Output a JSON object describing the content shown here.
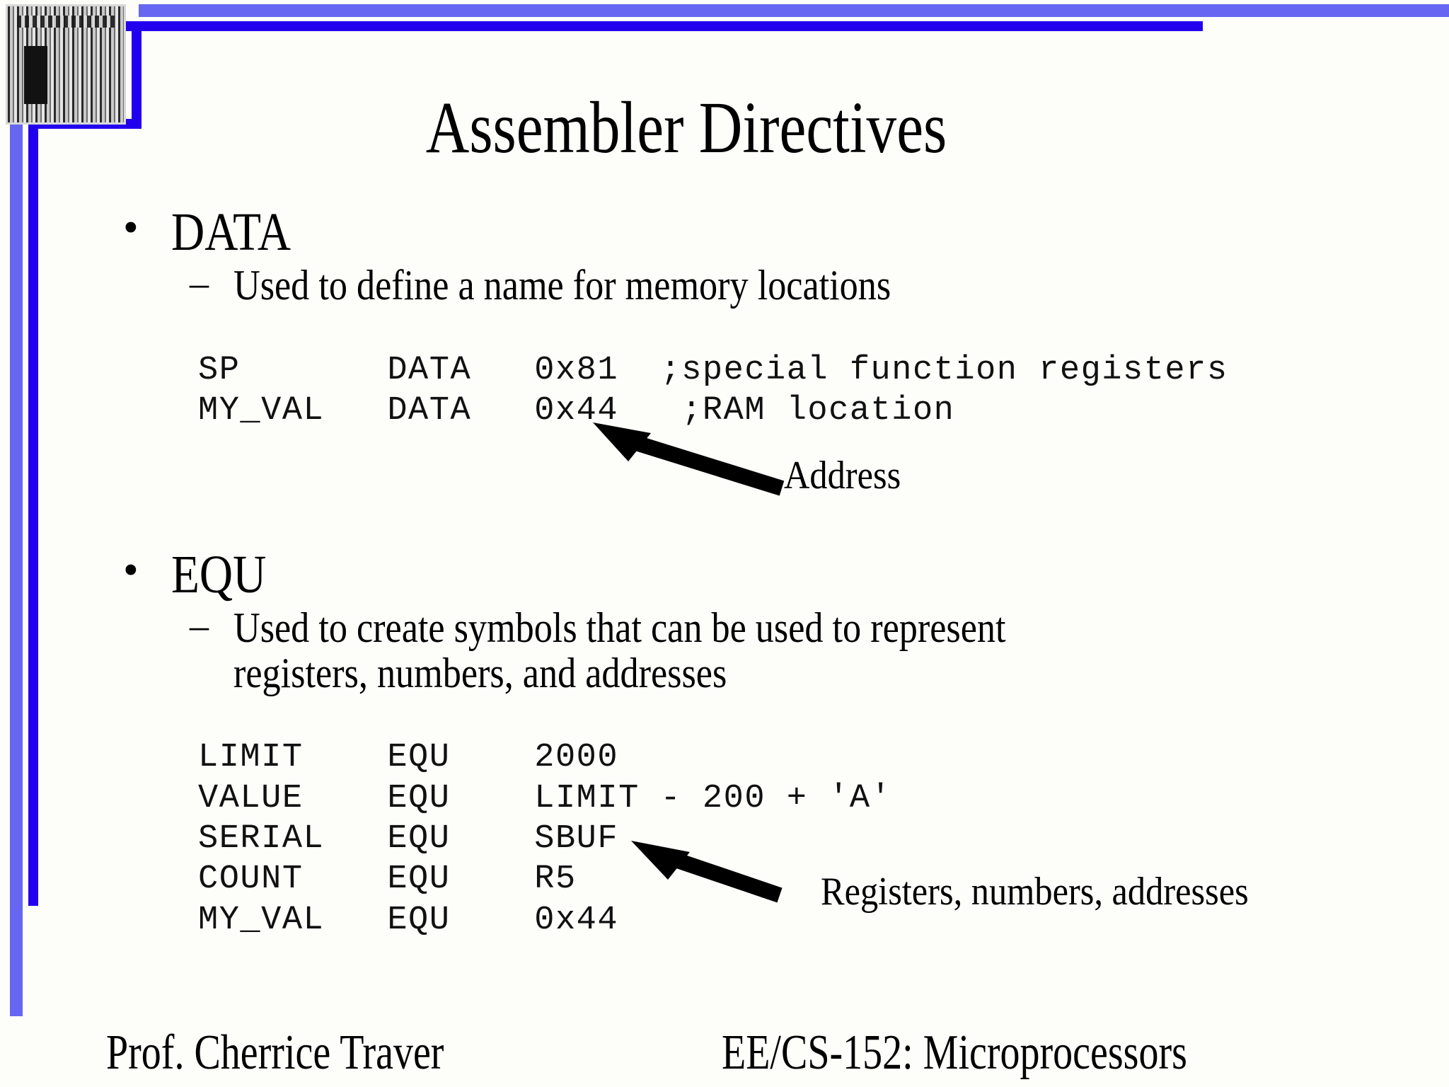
{
  "slide": {
    "title": "Assembler Directives",
    "accent_color_light": "#6666f2",
    "accent_color_dark": "#2200ee",
    "background": "#fdfdfa",
    "text_color": "#000000"
  },
  "decor": {
    "chip_image_alt": "microprocessor-die-photo"
  },
  "content": {
    "sections": [
      {
        "heading": "DATA",
        "bullet_glyph": "•",
        "sub": {
          "dash_glyph": "–",
          "text": "Used to define a name for memory locations"
        },
        "code": "SP       DATA   0x81  ;special function registers\nMY_VAL   DATA   0x44   ;RAM location"
      },
      {
        "heading": "EQU",
        "bullet_glyph": "•",
        "sub": {
          "dash_glyph": "–",
          "text_line1": "Used to create symbols that can be used to represent",
          "text_line2": "registers, numbers, and addresses"
        },
        "code": "LIMIT    EQU    2000\nVALUE    EQU    LIMIT - 200 + 'A'\nSERIAL   EQU    SBUF\nCOUNT    EQU    R5\nMY_VAL   EQU    0x44"
      }
    ]
  },
  "annotations": [
    {
      "id": "address",
      "label": "Address"
    },
    {
      "id": "registers",
      "label": "Registers, numbers, addresses"
    }
  ],
  "footer": {
    "left": "Prof. Cherrice Traver",
    "right": "EE/CS-152: Microprocessors"
  }
}
